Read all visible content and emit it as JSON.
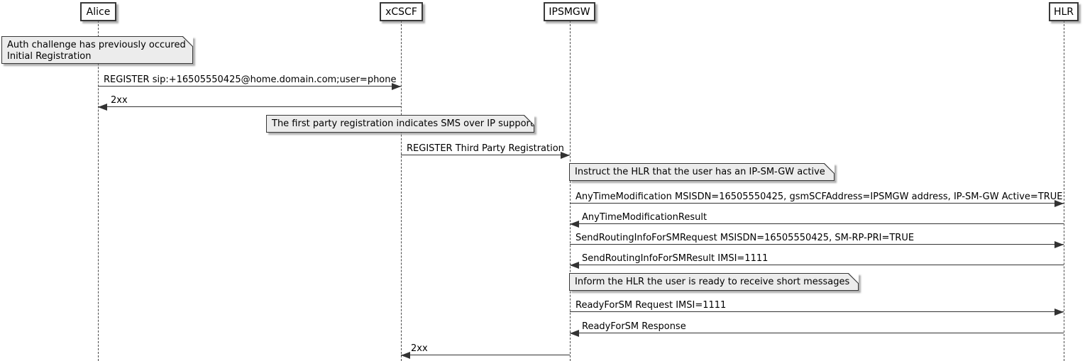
{
  "diagram": {
    "type": "uml-sequence-diagram",
    "participants": [
      {
        "name": "Alice"
      },
      {
        "name": "xCSCF"
      },
      {
        "name": "IPSMGW"
      },
      {
        "name": "HLR"
      }
    ],
    "notes": [
      {
        "lines": [
          "Auth challenge has previously occured",
          "Initial Registration"
        ]
      },
      {
        "lines": [
          "The first party registration indicates SMS over IP support"
        ]
      },
      {
        "lines": [
          "Instruct the HLR that the user has an IP-SM-GW active"
        ]
      },
      {
        "lines": [
          "Inform the HLR the user is ready to receive short messages"
        ]
      }
    ],
    "messages": [
      {
        "from": "Alice",
        "to": "xCSCF",
        "label": "REGISTER sip:+16505550425@home.domain.com;user=phone"
      },
      {
        "from": "xCSCF",
        "to": "Alice",
        "label": "2xx"
      },
      {
        "from": "xCSCF",
        "to": "IPSMGW",
        "label": "REGISTER Third Party Registration"
      },
      {
        "from": "IPSMGW",
        "to": "HLR",
        "label": "AnyTimeModification MSISDN=16505550425, gsmSCFAddress=IPSMGW address, IP-SM-GW Active=TRUE"
      },
      {
        "from": "HLR",
        "to": "IPSMGW",
        "label": "AnyTimeModificationResult"
      },
      {
        "from": "IPSMGW",
        "to": "HLR",
        "label": "SendRoutingInfoForSMRequest MSISDN=16505550425, SM-RP-PRI=TRUE"
      },
      {
        "from": "HLR",
        "to": "IPSMGW",
        "label": "SendRoutingInfoForSMResult IMSI=1111"
      },
      {
        "from": "IPSMGW",
        "to": "HLR",
        "label": "ReadyForSM Request IMSI=1111"
      },
      {
        "from": "HLR",
        "to": "IPSMGW",
        "label": "ReadyForSM Response"
      },
      {
        "from": "IPSMGW",
        "to": "xCSCF",
        "label": "2xx"
      }
    ],
    "colors": {
      "background": "#FFFFFF",
      "participant_fill": "#FEFEFE",
      "note_fill": "#ECECEC",
      "border": "#383838",
      "line": "#333333",
      "text": "#000000"
    }
  }
}
